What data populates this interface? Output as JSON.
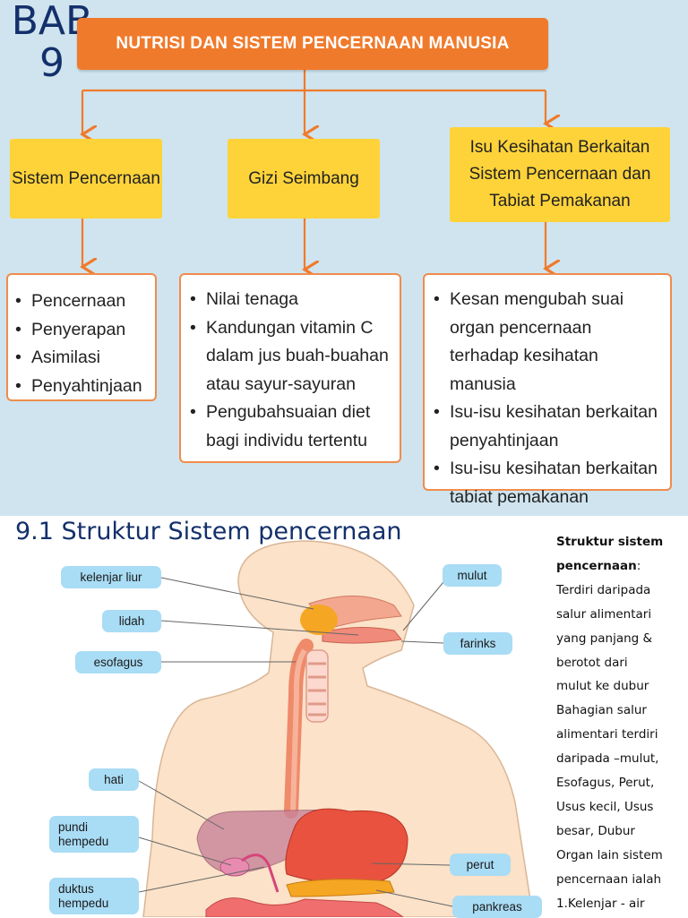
{
  "chapter": {
    "label": "BAB",
    "number": "9"
  },
  "map": {
    "title": "NUTRISI DAN SISTEM PENCERNAAN MANUSIA",
    "branches": [
      {
        "heading": "Sistem Pencernaan",
        "items": [
          "Pencernaan",
          "Penyerapan",
          "Asimilasi",
          "Penyahtinjaan"
        ]
      },
      {
        "heading": "Gizi Seimbang",
        "items": [
          "Nilai tenaga",
          "Kandungan vitamin C dalam jus buah-buahan atau sayur-sayuran",
          "Pengubahsuaian diet bagi individu tertentu"
        ]
      },
      {
        "heading": "Isu Kesihatan Berkaitan Sistem Pencernaan dan Tabiat Pemakanan",
        "items": [
          "Kesan mengubah suai organ pencernaan terhadap kesihatan manusia",
          "Isu-isu kesihatan berkaitan penyahtinjaan",
          "Isu-isu kesihatan berkaitan tabiat pemakanan"
        ]
      }
    ]
  },
  "section": {
    "title": "9.1 Struktur Sistem pencernaan"
  },
  "diagram": {
    "labels": {
      "kelenjar_liur": "kelenjar liur",
      "lidah": "lidah",
      "esofagus": "esofagus",
      "hati": "hati",
      "pundi_hempedu": "pundi hempedu",
      "duktus_hempedu": "duktus hempedu",
      "mulut": "mulut",
      "farinks": "farinks",
      "perut": "perut",
      "pankreas": "pankreas"
    }
  },
  "sidebar": {
    "heading_line1": "Struktur sistem",
    "heading_line2": "pencernaan",
    "heading_colon": ":",
    "lines": [
      "Terdiri daripada",
      "salur alimentari",
      "yang panjang &",
      "berotot dari",
      "mulut ke dubur",
      "Bahagian salur",
      "alimentari terdiri",
      "daripada –mulut,",
      "Esofagus, Perut,",
      "Usus kecil, Usus",
      "besar, Dubur",
      "Organ lain sistem",
      "pencernaan ialah",
      "1.Kelenjar - air"
    ]
  },
  "colors": {
    "accent_orange": "#f07a2b",
    "box_yellow": "#fed33a",
    "label_blue": "#a9dcf5",
    "heading_navy": "#13306b"
  }
}
